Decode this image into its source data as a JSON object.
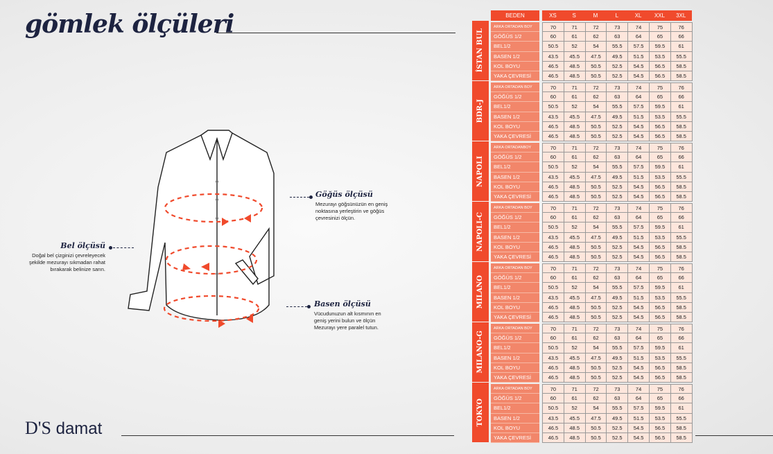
{
  "title": "gömlek ölçüleri",
  "logo": {
    "ds": "D'S",
    "word": "damat"
  },
  "notes": {
    "gogus": {
      "title": "Göğüs ölçüsü",
      "text": "Mezurayı göğsünüzün en geniş noktasına yerleştirin ve göğüs çevresinizi ölçün."
    },
    "bel": {
      "title": "Bel ölçüsü",
      "text": "Doğal bel çizginizi çevreleyecek şekilde mezurayı sıkmadan rahat bırakarak belinize sarın."
    },
    "basen": {
      "title": "Basen ölçüsü",
      "text": "Vücudunuzun alt kısmının en geniş yerini bulun ve ölçün Mezurayı yere paralel tutun."
    }
  },
  "colors": {
    "accent": "#f04a2c",
    "label_bg": "#f2866a",
    "cell_bg": "#fde6dc",
    "navy": "#1d2340"
  },
  "table": {
    "header": "BEDEN",
    "sizes": [
      "XS",
      "S",
      "M",
      "L",
      "XL",
      "XXL",
      "3XL"
    ],
    "groups": [
      {
        "name": "İSTAN BUL",
        "labels": [
          "ARKA ORTADAN BOY",
          "GÖĞÜS 1/2",
          "BEL1/2",
          "BASEN 1/2",
          "KOL BOYU",
          "YAKA ÇEVRESİ"
        ]
      },
      {
        "name": "BDR-J",
        "labels": [
          "ARKA ORTADAN BOY",
          "GÖĞÜS 1/2",
          "BEL1/2",
          "BASEN 1/2",
          "KOL BOYU",
          "YAKA ÇEVRESİ"
        ]
      },
      {
        "name": "NAPOLI",
        "labels": [
          "ARKA ORTADANBOY",
          "GÖĞÜS 1/2",
          "BEL1/2",
          "BASEN 1/2",
          "KOL BOYU",
          "YAKA ÇEVRESİ"
        ]
      },
      {
        "name": "NAPOLI-C",
        "labels": [
          "ARKA ORTADAN BOY",
          "GÖĞÜS 1/2",
          "BEL1/2",
          "BASEN 1/2",
          "KOL BOYU",
          "YAKA ÇEVRESİ"
        ]
      },
      {
        "name": "MILANO",
        "labels": [
          "ARKA ORTADAN BOY",
          "GÖĞÜS 1/2",
          "BEL1/2",
          "BASEN 1/2",
          "KOL BOYU",
          "YAKA ÇEVRESİ"
        ]
      },
      {
        "name": "MILANO-G",
        "labels": [
          "ARKA ORTADAN BOY",
          "GÖĞÜS 1/2",
          "BEL1/2",
          "BASEN 1/2",
          "KOL BOYU",
          "YAKA ÇEVRESİ"
        ]
      },
      {
        "name": "TOKYO",
        "labels": [
          "ARKA ORTADAN BOY",
          "GÖĞÜS 1/2",
          "BEL1/2",
          "BASEN 1/2",
          "KOL BOYU",
          "YAKA ÇEVRESİ"
        ]
      }
    ],
    "values": [
      [
        "70",
        "71",
        "72",
        "73",
        "74",
        "75",
        "76"
      ],
      [
        "60",
        "61",
        "62",
        "63",
        "64",
        "65",
        "66"
      ],
      [
        "50.5",
        "52",
        "54",
        "55.5",
        "57.5",
        "59.5",
        "61"
      ],
      [
        "43.5",
        "45.5",
        "47.5",
        "49.5",
        "51.5",
        "53.5",
        "55.5"
      ],
      [
        "46.5",
        "48.5",
        "50.5",
        "52.5",
        "54.5",
        "56.5",
        "58.5"
      ],
      [
        "46.5",
        "48.5",
        "50.5",
        "52.5",
        "54.5",
        "56.5",
        "58.5"
      ]
    ]
  }
}
